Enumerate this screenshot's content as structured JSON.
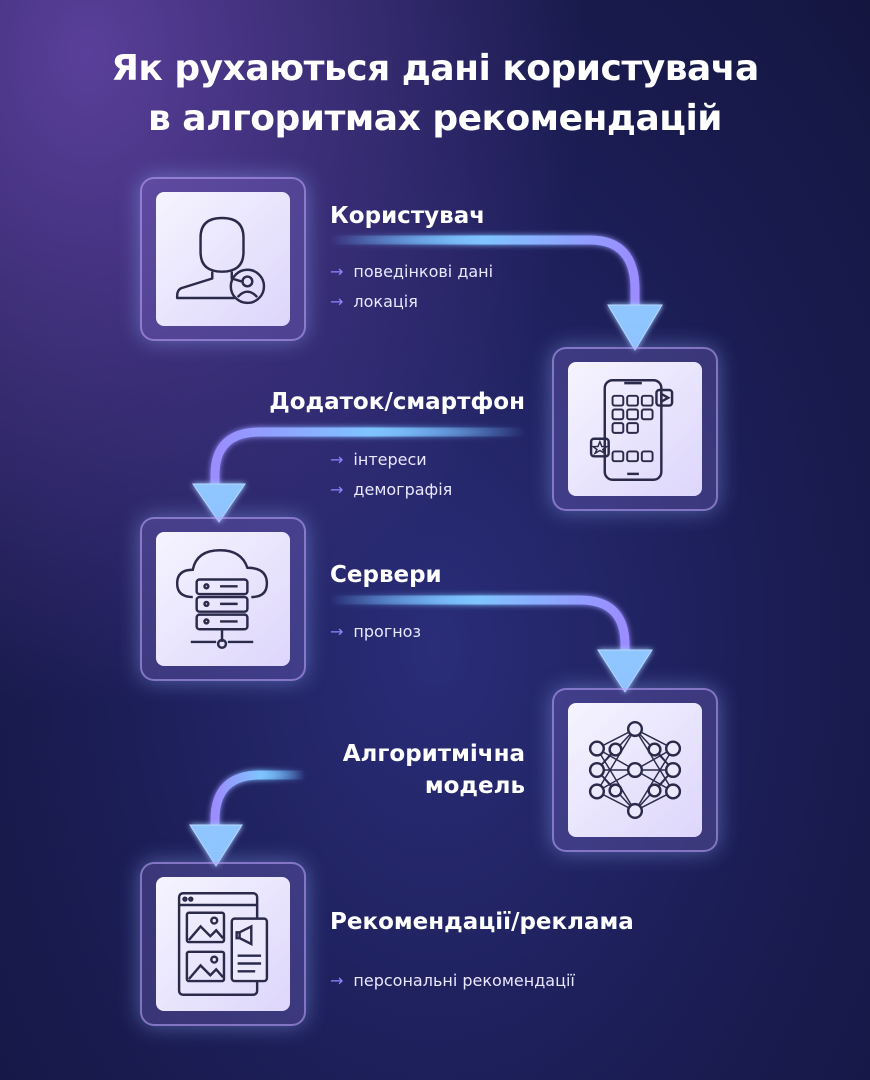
{
  "title_line1": "Як рухаються дані користувача",
  "title_line2": "в алгоритмах рекомендацій",
  "arrow_glyph": "→",
  "steps": [
    {
      "name": "Користувач",
      "icon": "user-icon",
      "bullets": [
        "поведінкові дані",
        "локація"
      ]
    },
    {
      "name": "Додаток/смартфон",
      "icon": "smartphone-icon",
      "bullets": [
        "інтереси",
        "демографія"
      ]
    },
    {
      "name": "Сервери",
      "icon": "cloud-server-icon",
      "bullets": [
        "прогноз"
      ]
    },
    {
      "name_line1": "Алгоритмічна",
      "name_line2": "модель",
      "icon": "neural-network-icon",
      "bullets": []
    },
    {
      "name": "Рекомендації/реклама",
      "icon": "content-ads-icon",
      "bullets": [
        "персональні рекомендації"
      ]
    }
  ],
  "colors": {
    "accent": "#8f86ff",
    "arrow": "#6fb8ff",
    "box_inner": "#ede9fd",
    "icon_stroke": "#2b2a4a"
  }
}
